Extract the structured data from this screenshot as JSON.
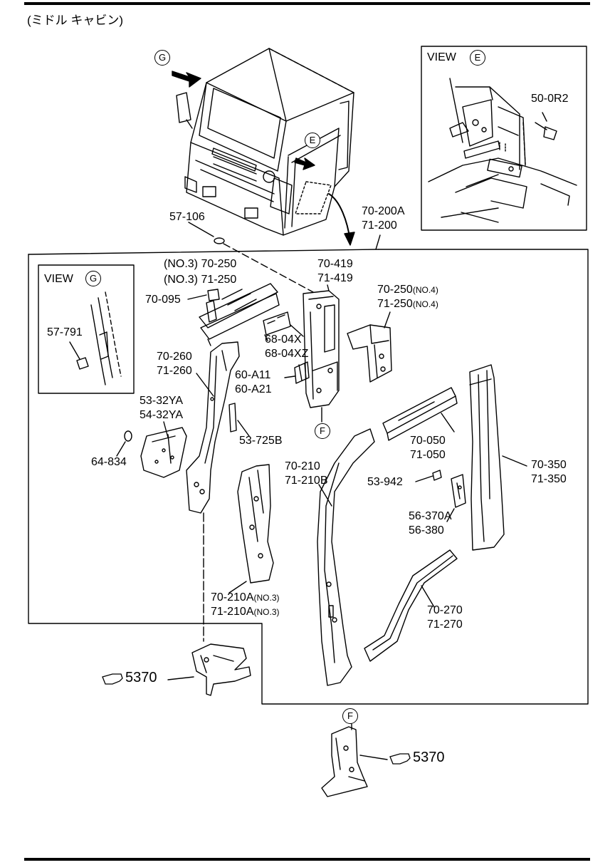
{
  "header": {
    "title": "(ミドル キャビン)"
  },
  "views": {
    "view_e": {
      "title": "VIEW",
      "callout": "E",
      "part": "50-0R2"
    },
    "view_g": {
      "title": "VIEW",
      "callout": "G",
      "part": "57-791"
    }
  },
  "callouts": {
    "g_top": "G",
    "e_top": "E",
    "f_mid": "F",
    "f_bottom": "F"
  },
  "parts": {
    "p57_106": "57-106",
    "p70_200a": "70-200A",
    "p71_200": "71-200",
    "p70_250_no3": "(NO.3) 70-250",
    "p71_250_no3": "(NO.3) 71-250",
    "p70_095": "70-095",
    "p70_419": "70-419",
    "p71_419": "71-419",
    "p70_250_no4": "70-250",
    "p71_250_no4": "71-250",
    "no4": "(NO.4)",
    "p68_04x": "68-04X",
    "p68_04xz": "68-04XZ",
    "p70_260": "70-260",
    "p71_260": "71-260",
    "p60_a11": "60-A11",
    "p60_a21": "60-A21",
    "p53_32ya": "53-32YA",
    "p54_32ya": "54-32YA",
    "p64_834": "64-834",
    "p53_725b": "53-725B",
    "p70_050": "70-050",
    "p71_050": "71-050",
    "p70_210": "70-210",
    "p71_210b": "71-210B",
    "p53_942": "53-942",
    "p70_350": "70-350",
    "p71_350": "71-350",
    "p56_370a": "56-370A",
    "p56_380": "56-380",
    "p70_210a_no3": "70-210A",
    "p71_210a_no3": "71-210A",
    "no3": "(NO.3)",
    "p70_270": "70-270",
    "p71_270": "71-270",
    "ref_5370_left": "5370",
    "ref_5370_right": "5370"
  }
}
